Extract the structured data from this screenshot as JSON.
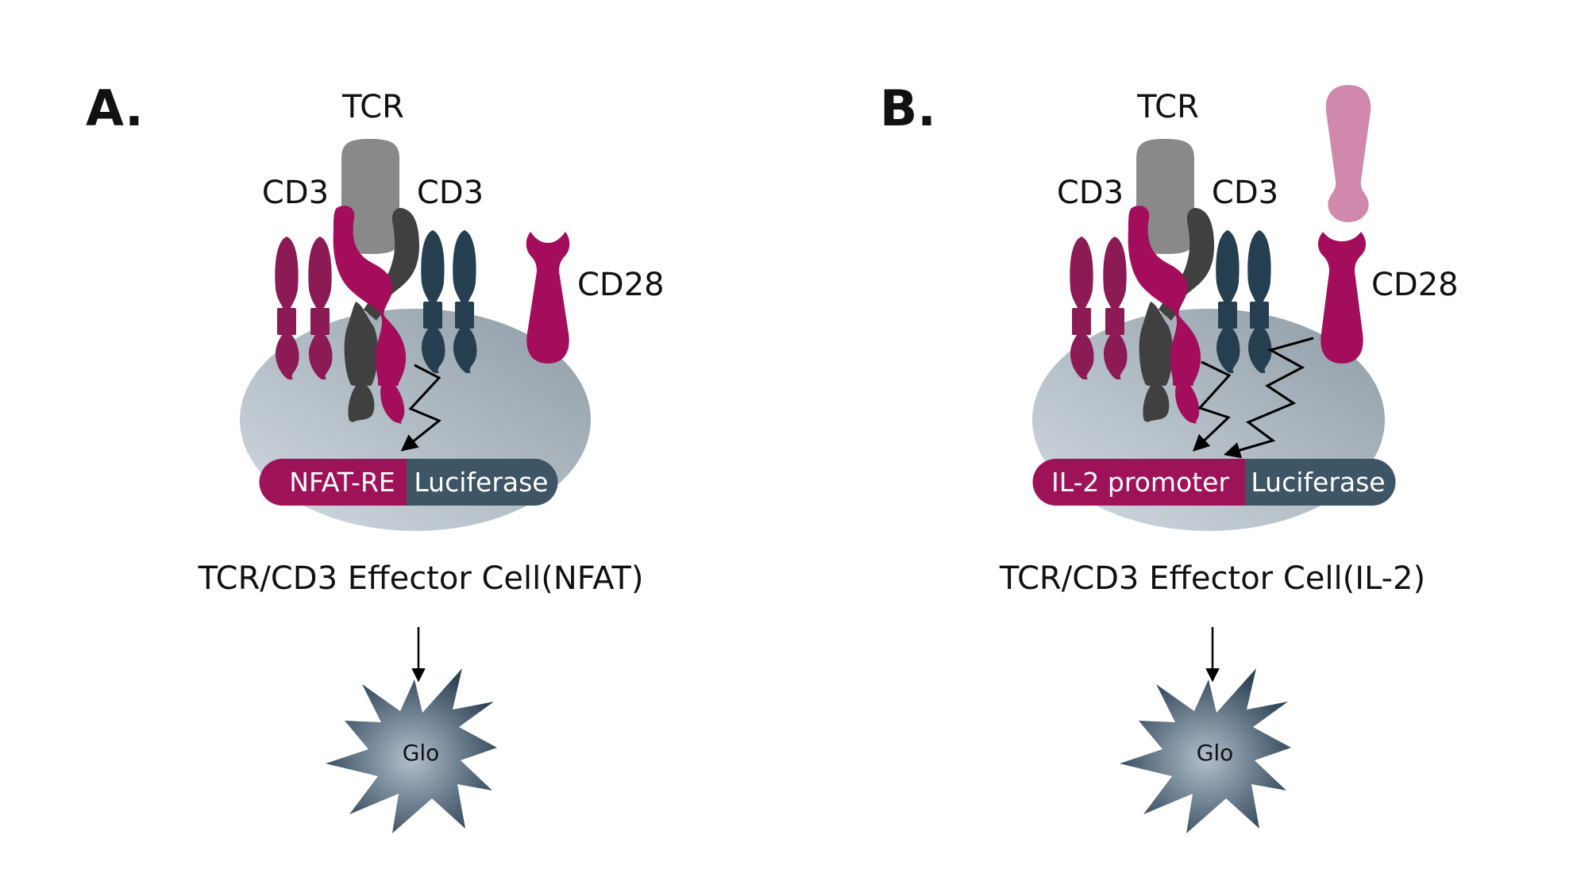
{
  "figure": {
    "panels": [
      {
        "letter": "A.",
        "tcr_label": "TCR",
        "cd3_left_label": "CD3",
        "cd3_right_label": "CD3",
        "cd28_label": "CD28",
        "has_cd28_ligand": false,
        "signal_paths": [
          "TCR/CD3"
        ],
        "reporter": {
          "promoter": "NFAT-RE",
          "gene": "Luciferase"
        },
        "caption": "TCR/CD3 Effector Cell(NFAT)",
        "readout": "Glo"
      },
      {
        "letter": "B.",
        "tcr_label": "TCR",
        "cd3_left_label": "CD3",
        "cd3_right_label": "CD3",
        "cd28_label": "CD28",
        "has_cd28_ligand": true,
        "signal_paths": [
          "TCR/CD3",
          "CD28"
        ],
        "reporter": {
          "promoter": "IL-2 promoter",
          "gene": "Luciferase"
        },
        "caption": "TCR/CD3 Effector Cell(IL-2)",
        "readout": "Glo"
      }
    ],
    "colors": {
      "magenta": "#a30d5b",
      "dark_magenta": "#8b1a55",
      "slate": "#263f50",
      "dark_gray": "#404040",
      "tcr_gray": "#898989",
      "ligand_pink": "#d088ad",
      "cell_light": "#d0d8e0",
      "cell_dark": "#97a4ae",
      "reporter_gene": "#3e5566",
      "reporter_promoter": "#9e1259"
    }
  }
}
